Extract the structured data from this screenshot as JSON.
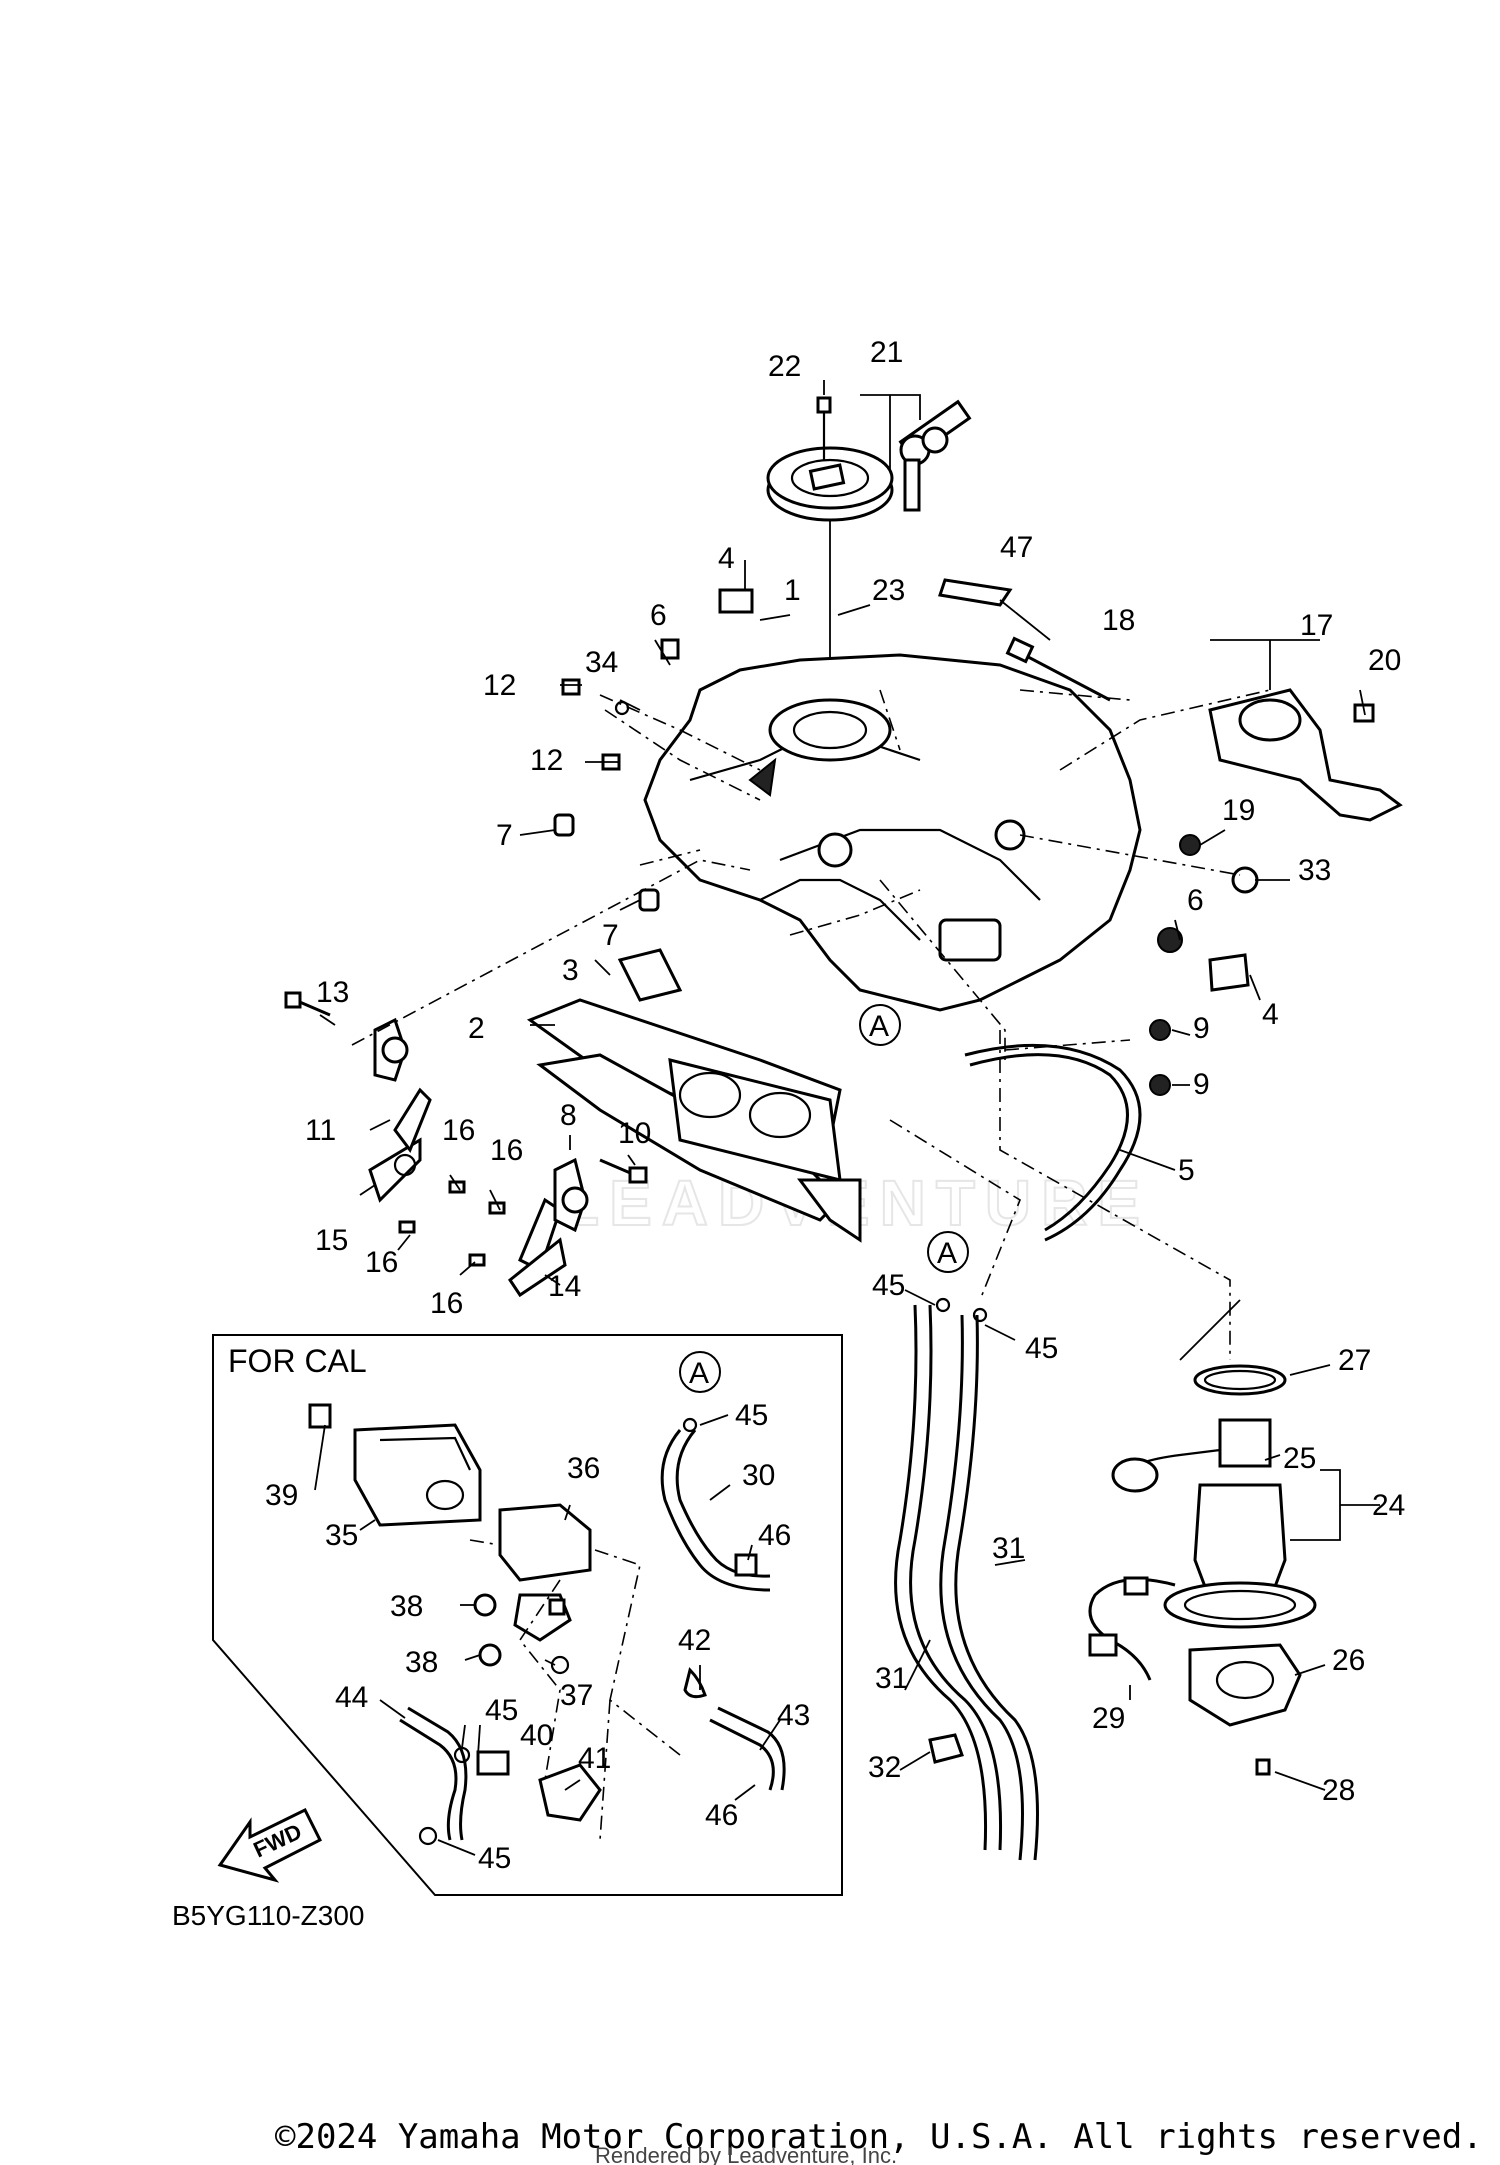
{
  "inset": {
    "title": "FOR CAL"
  },
  "diagram_code": "B5YG110-Z300",
  "fwd_label": "FWD",
  "ref_marker": "A",
  "copyright": "©2024 Yamaha Motor Corporation, U.S.A. All rights reserved.",
  "rendered_by": "Rendered by Leadventure, Inc.",
  "watermark": "LEADVENTURE",
  "callouts": {
    "c1": "1",
    "c2": "2",
    "c3": "3",
    "c4a": "4",
    "c4b": "4",
    "c5": "5",
    "c6a": "6",
    "c6b": "6",
    "c7a": "7",
    "c7b": "7",
    "c8": "8",
    "c9a": "9",
    "c9b": "9",
    "c10": "10",
    "c11": "11",
    "c12a": "12",
    "c12b": "12",
    "c13": "13",
    "c14": "14",
    "c15": "15",
    "c16a": "16",
    "c16b": "16",
    "c16c": "16",
    "c16d": "16",
    "c17": "17",
    "c18": "18",
    "c19": "19",
    "c20": "20",
    "c21": "21",
    "c22": "22",
    "c23": "23",
    "c24": "24",
    "c25": "25",
    "c26": "26",
    "c27": "27",
    "c28": "28",
    "c29": "29",
    "c30": "30",
    "c31a": "31",
    "c31b": "31",
    "c32": "32",
    "c33": "33",
    "c34": "34",
    "c35": "35",
    "c36": "36",
    "c37": "37",
    "c38a": "38",
    "c38b": "38",
    "c39": "39",
    "c40": "40",
    "c41": "41",
    "c42": "42",
    "c43": "43",
    "c44": "44",
    "c45a": "45",
    "c45b": "45",
    "c45c": "45",
    "c45d": "45",
    "c45e": "45",
    "c46a": "46",
    "c46b": "46",
    "c47": "47"
  }
}
